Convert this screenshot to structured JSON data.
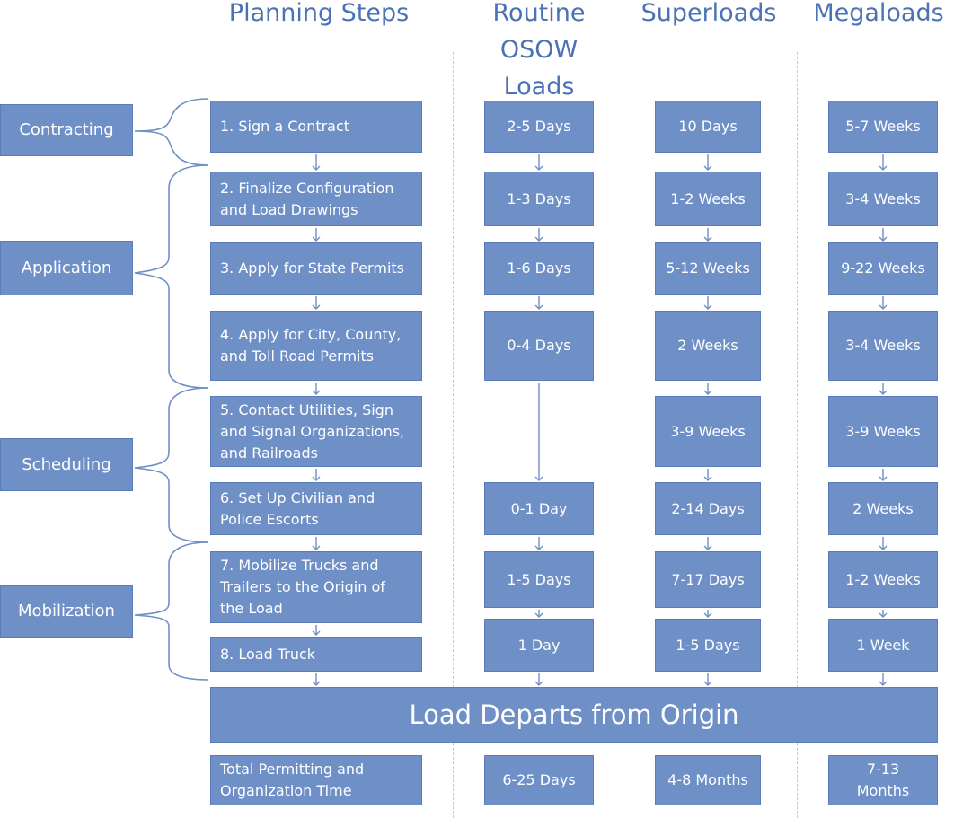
{
  "headers": {
    "planning": "Planning Steps",
    "routine": "Routine\nOSOW\nLoads",
    "superloads": "Superloads",
    "megaloads": "Megaloads"
  },
  "phases": {
    "contracting": "Contracting",
    "application": "Application",
    "scheduling": "Scheduling",
    "mobilization": "Mobilization"
  },
  "steps": [
    "1. Sign a Contract",
    "2. Finalize Configuration\nand Load Drawings",
    "3. Apply for State Permits",
    "4. Apply for City, County,\nand Toll Road Permits",
    "5. Contact Utilities, Sign\nand Signal Organizations,\nand Railroads",
    "6. Set Up Civilian and\nPolice Escorts",
    "7. Mobilize Trucks and\nTrailers to the Origin of\nthe Load",
    "8. Load Truck"
  ],
  "routine": [
    "2-5 Days",
    "1-3 Days",
    "1-6 Days",
    "0-4 Days",
    "0-1 Day",
    "1-5 Days",
    "1 Day"
  ],
  "superloads": [
    "10 Days",
    "1-2 Weeks",
    "5-12 Weeks",
    "2 Weeks",
    "3-9 Weeks",
    "2-14 Days",
    "7-17 Days",
    "1-5 Days"
  ],
  "megaloads": [
    "5-7 Weeks",
    "3-4 Weeks",
    "9-22 Weeks",
    "3-4 Weeks",
    "3-9 Weeks",
    "2 Weeks",
    "1-2 Weeks",
    "1 Week"
  ],
  "departs": "Load Departs from Origin",
  "totals": {
    "label": "Total Permitting  and\nOrganization Time",
    "routine": "6-25 Days",
    "superloads": "4-8 Months",
    "megaloads": "7-13\nMonths"
  },
  "colors": {
    "box": "#6f8fc7",
    "header": "#4a72b4",
    "line": "#6f8fc7"
  }
}
